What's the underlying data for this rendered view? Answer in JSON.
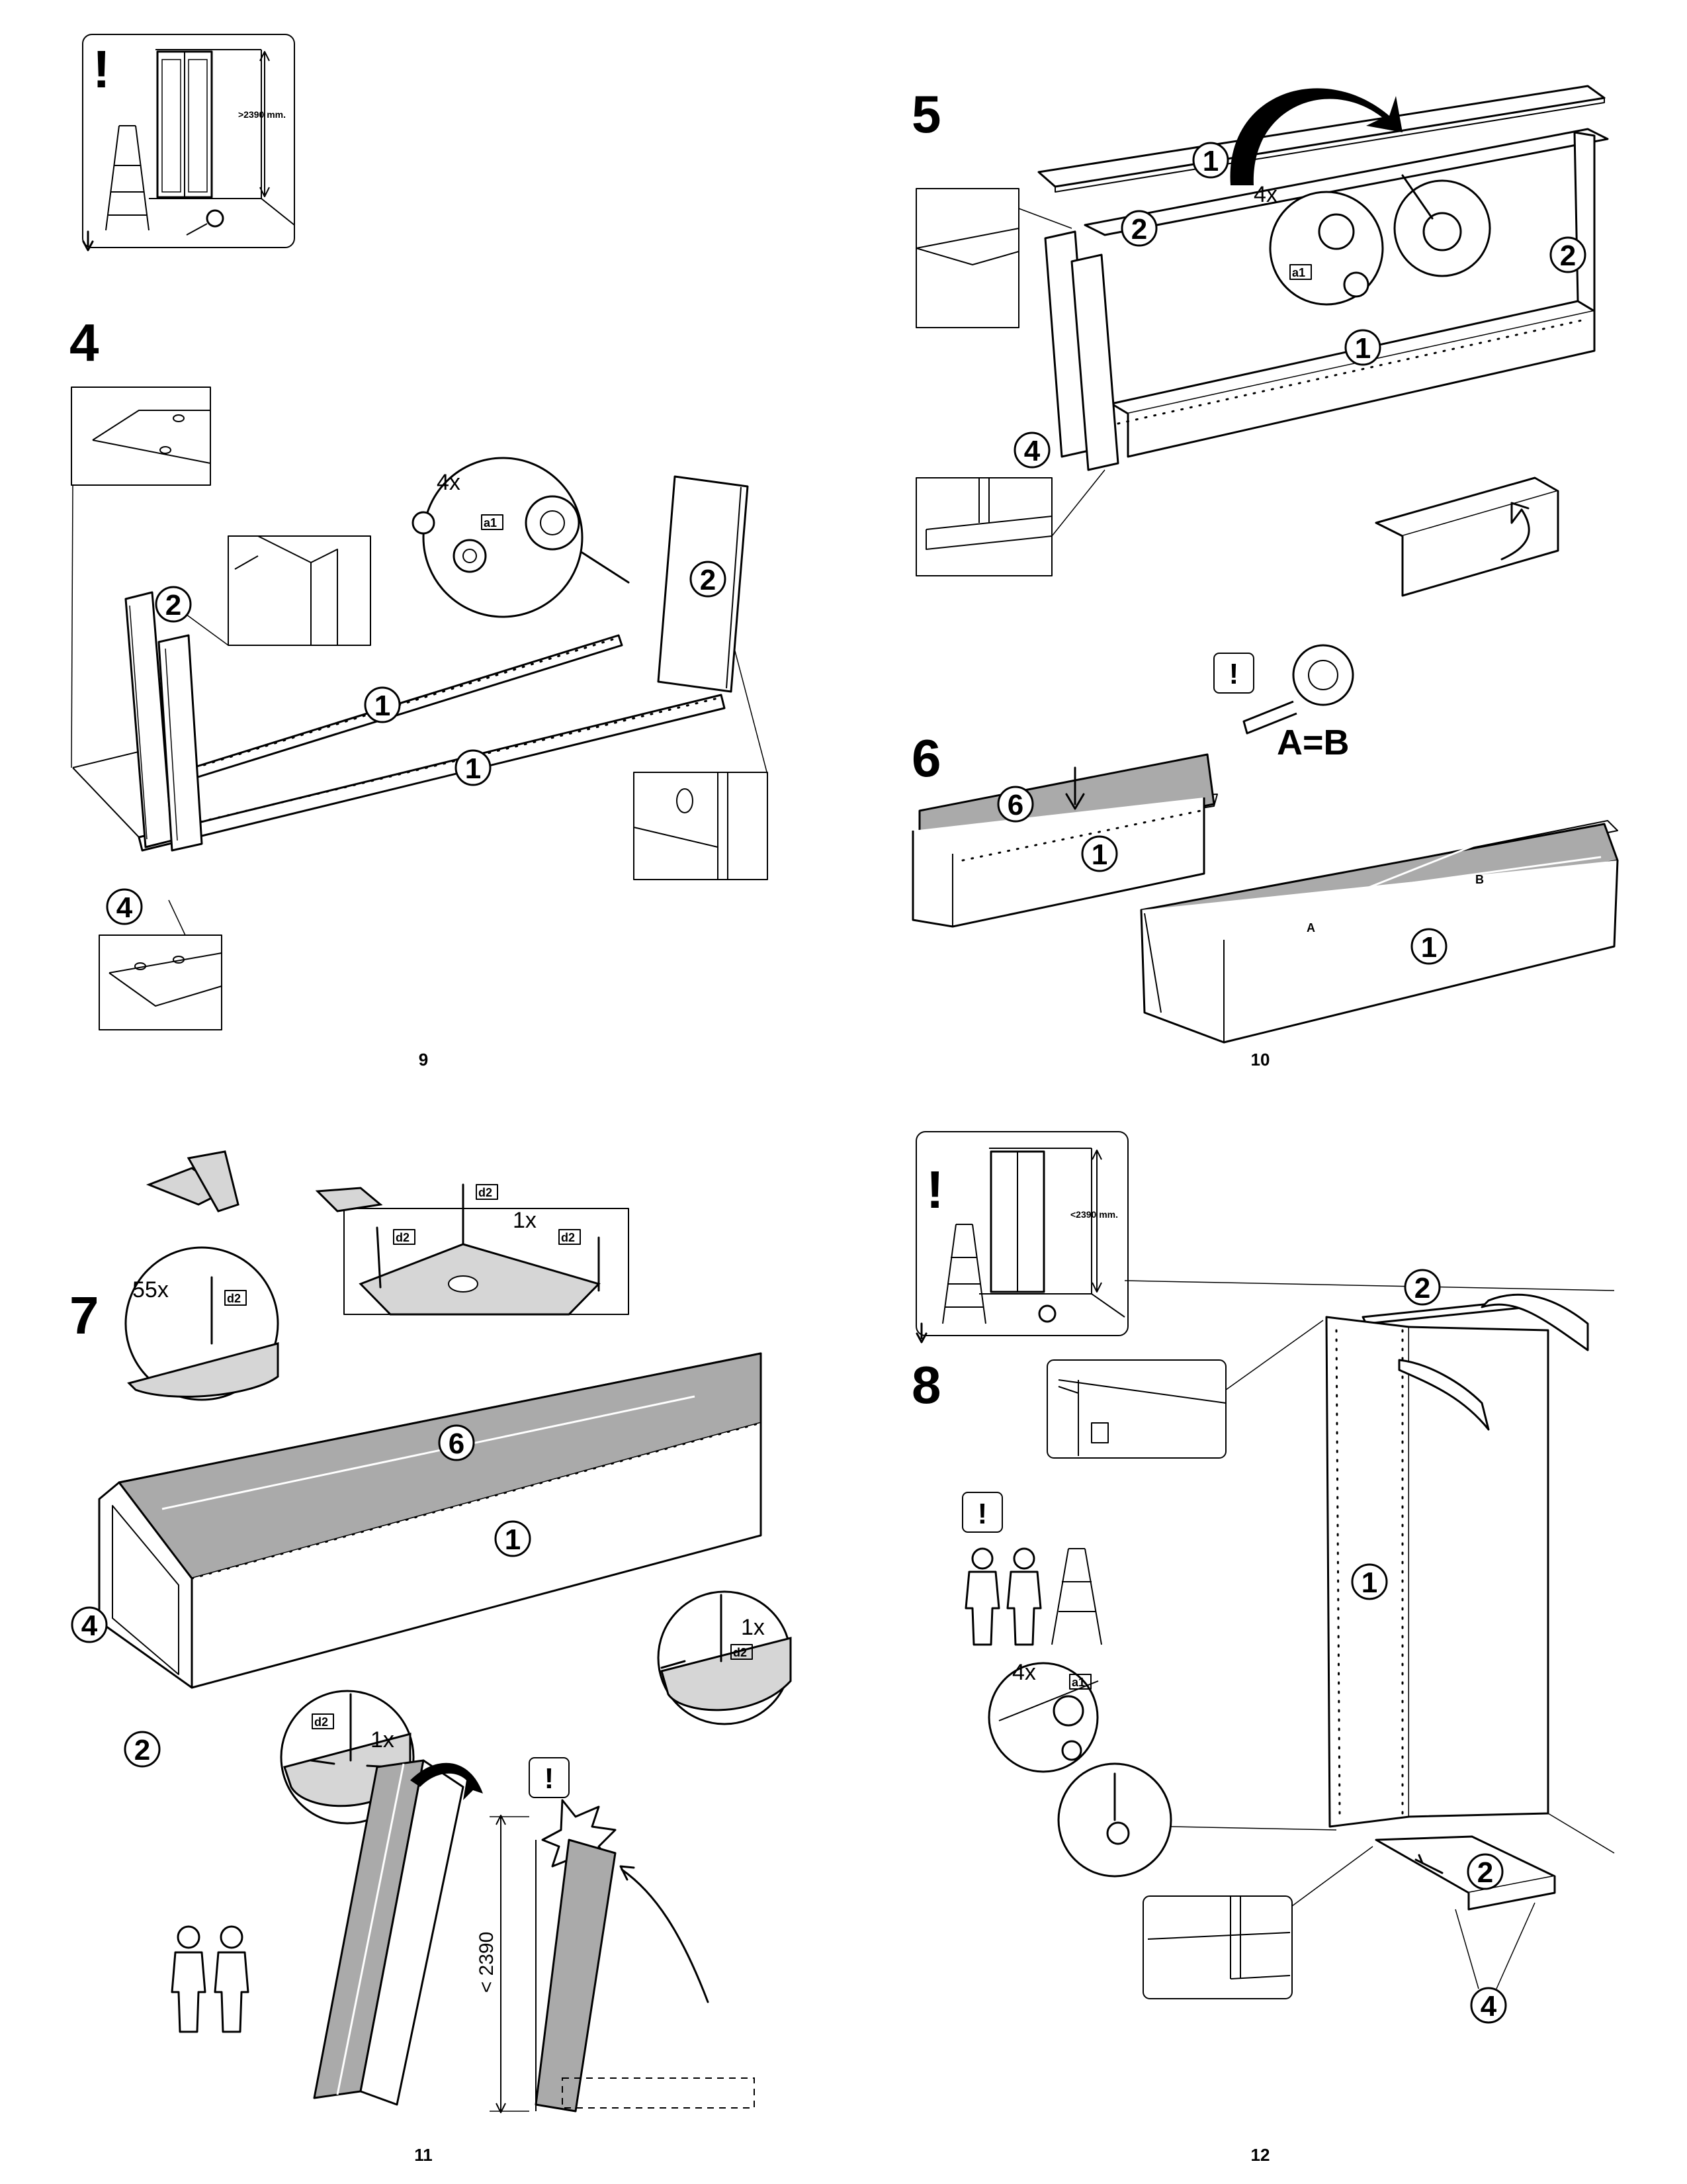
{
  "pages": {
    "page_9": "9",
    "page_10": "10",
    "page_11": "11",
    "page_12": "12"
  },
  "steps": {
    "s4": "4",
    "s5": "5",
    "s6": "6",
    "s7": "7",
    "s8": "8"
  },
  "parts": {
    "p1": "1",
    "p2": "2",
    "p4": "4",
    "p6": "6"
  },
  "hardware": {
    "a1": "a1",
    "d2": "d2"
  },
  "quantities": {
    "x4": "4x",
    "x55": "55x",
    "x1": "1x"
  },
  "warnings": {
    "exclamation": "!",
    "ceiling_min": ">2390 mm.",
    "ceiling_max": "<2390 mm.",
    "height_limit": "< 2390"
  },
  "measure": {
    "equation": "A=B",
    "a": "A",
    "b": "B"
  }
}
